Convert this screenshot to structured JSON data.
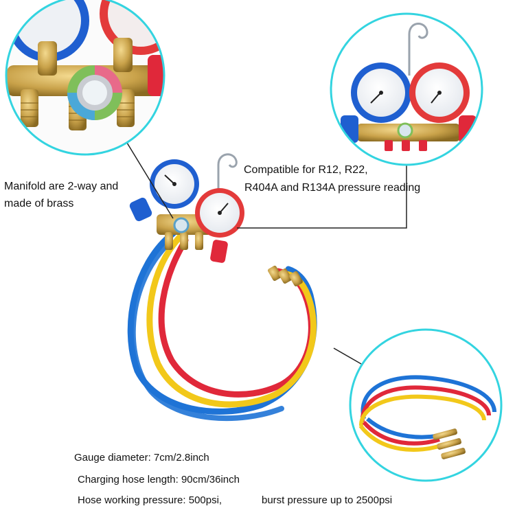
{
  "callouts": {
    "manifold_line1": "Manifold are 2-way and",
    "manifold_line2": "made of brass",
    "compat_line1": "Compatible for R12, R22,",
    "compat_line2": "R404A and R134A pressure reading"
  },
  "specs": {
    "gauge_diameter": "Gauge diameter: 7cm/2.8inch",
    "hose_length": "Charging hose length: 90cm/36inch",
    "hose_pressure_a": "Hose working pressure: 500psi,",
    "hose_pressure_b": "burst pressure up to 2500psi"
  },
  "colors": {
    "circle_border": "#33d4e0",
    "hose_blue": "#1e73d6",
    "hose_red": "#e0283a",
    "hose_yellow": "#f2c81a",
    "brass": "#c9a24a",
    "gauge_blue": "#1f5fd0",
    "gauge_red": "#e33a3a"
  }
}
